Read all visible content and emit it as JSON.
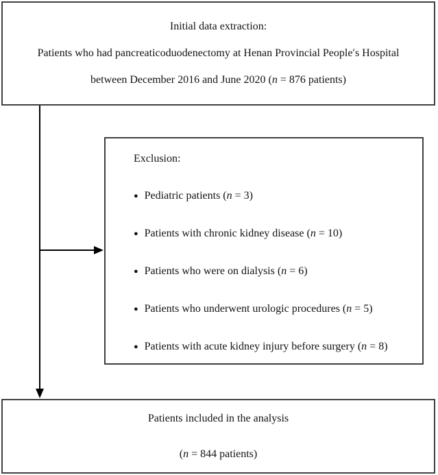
{
  "figure": {
    "top_box": {
      "line1": "Initial data extraction:",
      "line2": "Patients who had pancreaticoduodenectomy at Henan Provincial People′s Hospital",
      "line3_segments": [
        {
          "t": "between December 2016 and June 2020 ("
        },
        {
          "t": "n",
          "i": true
        },
        {
          "t": " = 876 patients)"
        }
      ]
    },
    "exclusion_box": {
      "heading": "Exclusion:",
      "items": [
        [
          {
            "t": "Pediatric patients ("
          },
          {
            "t": "n",
            "i": true
          },
          {
            "t": " = 3)"
          }
        ],
        [
          {
            "t": "Patients with chronic kidney disease ("
          },
          {
            "t": "n",
            "i": true
          },
          {
            "t": " = 10)"
          }
        ],
        [
          {
            "t": "Patients who were on dialysis ("
          },
          {
            "t": "n",
            "i": true
          },
          {
            "t": " = 6)"
          }
        ],
        [
          {
            "t": "Patients who underwent urologic procedures ("
          },
          {
            "t": "n",
            "i": true
          },
          {
            "t": " = 5)"
          }
        ],
        [
          {
            "t": "Patients with acute kidney injury before surgery ("
          },
          {
            "t": "n",
            "i": true
          },
          {
            "t": " = 8)"
          }
        ]
      ]
    },
    "bottom_box": {
      "line1": "Patients included in the analysis",
      "line2_segments": [
        {
          "t": "("
        },
        {
          "t": "n",
          "i": true
        },
        {
          "t": " = 844 patients)"
        }
      ]
    },
    "icons": {
      "bullet": "●"
    },
    "colors": {
      "box_border": "#3f3f3f",
      "arrow": "#000000",
      "background": "#ffffff",
      "text": "#121212"
    }
  }
}
